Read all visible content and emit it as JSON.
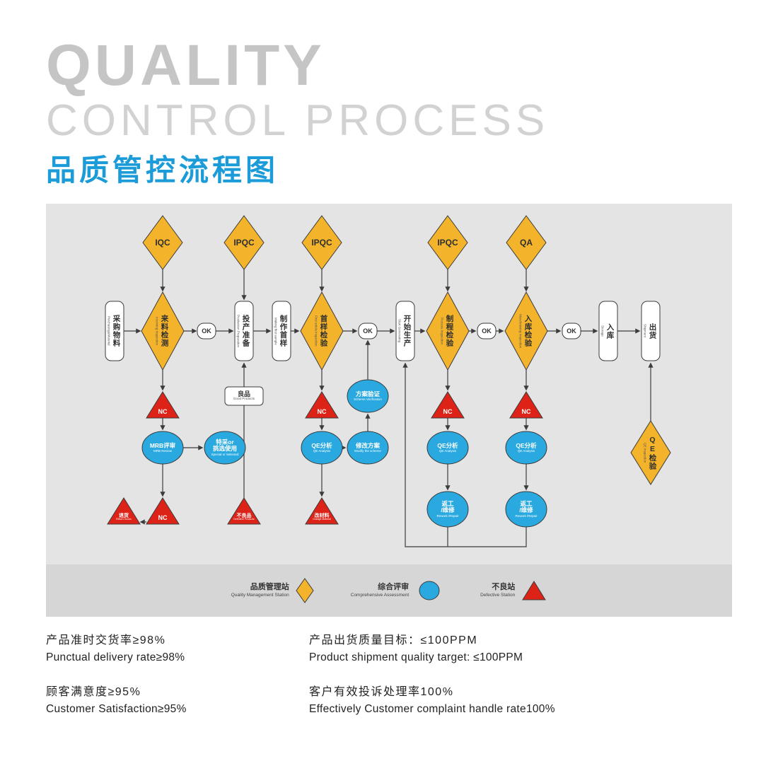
{
  "header": {
    "title_line1": "QUALITY",
    "title_line2": "CONTROL PROCESS",
    "title_zh": "品质管控流程图"
  },
  "colors": {
    "accent_blue": "#1b9cd8",
    "diamond_yellow": "#f3b32a",
    "ellipse_blue": "#29a9e0",
    "triangle_red": "#dd2318",
    "panel_gray": "#e4e4e4",
    "legend_gray": "#d6d6d6"
  },
  "flowchart": {
    "top_badges": [
      "IQC",
      "IPQC",
      "IPQC",
      "IPQC",
      "QA"
    ],
    "nodes": {
      "purchasing": {
        "zh": "采购物料",
        "en": "Purchasing&Material"
      },
      "incoming": {
        "zh": "来料检测",
        "en": "Incoming Inspection"
      },
      "ok": {
        "label": "OK"
      },
      "production_prep": {
        "zh": "投产准备",
        "en": "Production Preparation"
      },
      "making_sample": {
        "zh": "制作首样",
        "en": "Making first sample"
      },
      "first_article": {
        "zh": "首样检验",
        "en": "First article inspection"
      },
      "start_production": {
        "zh": "开始生产",
        "en": "Start Generating"
      },
      "process_inspection": {
        "zh": "制程检验",
        "en": "Process Inspection"
      },
      "warehousing_inspection": {
        "zh": "入库检验",
        "en": "Warehousing Inspection"
      },
      "storage": {
        "zh": "入库",
        "en": "Storage"
      },
      "shipment": {
        "zh": "出货",
        "en": "Shipment"
      },
      "good_products": {
        "zh": "良品",
        "en": "Good Products"
      },
      "nc": {
        "label": "NC"
      },
      "mrb": {
        "zh": "MRB评审",
        "en": "MRB Review"
      },
      "special": {
        "zh1": "特采or",
        "zh2": "挑选使用",
        "en": "Special or Selected"
      },
      "qe_analysis": {
        "zh": "QE分析",
        "en": "QE Analysis"
      },
      "modify_scheme": {
        "zh": "修改方案",
        "en": "Modify the scheme"
      },
      "scheme_verification": {
        "zh": "方案验证",
        "en": "Scheme Verification"
      },
      "rework": {
        "zh1": "返工",
        "zh2": "/维修",
        "en": "Rework /Repair"
      },
      "return_goods": {
        "zh": "退货",
        "en": "Return Goods"
      },
      "defective_products": {
        "zh": "不良品",
        "en": "Defective Products"
      },
      "change_material": {
        "zh": "改材料",
        "en": "Change Material"
      },
      "qe_inspection": {
        "zh": "QE检验",
        "en": "QE Inspection"
      }
    }
  },
  "legend": {
    "items": [
      {
        "zh": "品质管理站",
        "en": "Quality Management Station"
      },
      {
        "zh": "综合评审",
        "en": "Comprehensive Assessment"
      },
      {
        "zh": "不良站",
        "en": "Defective Station"
      }
    ]
  },
  "metrics": {
    "items": [
      {
        "zh": "产品准时交货率≥98%",
        "en": "Punctual delivery rate≥98%"
      },
      {
        "zh": "顾客满意度≥95%",
        "en": "Customer Satisfaction≥95%"
      },
      {
        "zh": "产品出货质量目标：≤100PPM",
        "en": "Product shipment quality target: ≤100PPM"
      },
      {
        "zh": "客户有效投诉处理率100%",
        "en": "Effectively Customer complaint handle rate100%"
      }
    ]
  }
}
